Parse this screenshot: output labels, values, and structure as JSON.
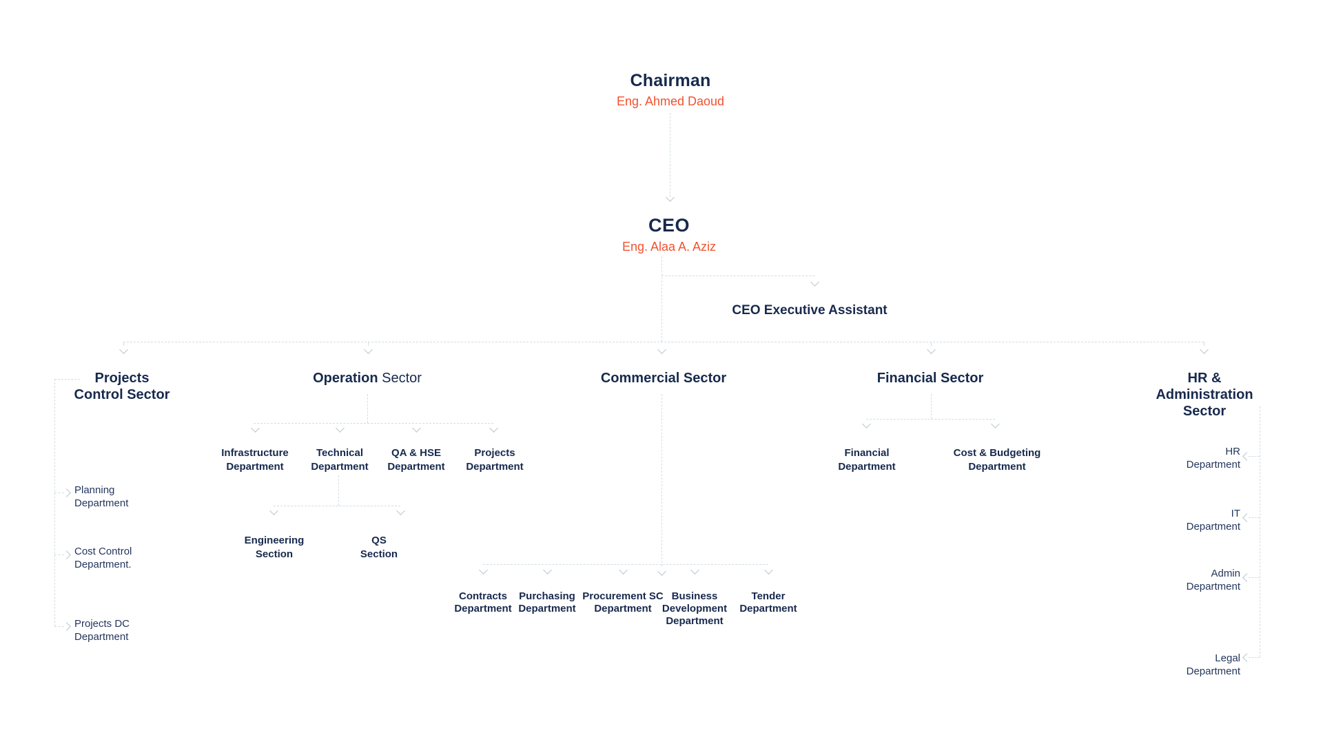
{
  "palette": {
    "navy": "#17294d",
    "orange": "#f0522f",
    "line": "#d2dce2",
    "arrow": "#b7c6d1"
  },
  "org": {
    "chairman": {
      "title": "Chairman",
      "name": "Eng. Ahmed Daoud"
    },
    "ceo": {
      "title": "CEO",
      "name": "Eng. Alaa A. Aziz"
    },
    "ceo_executive_assistant": {
      "label": "CEO Executive Assistant"
    },
    "sectors": {
      "projects_control": {
        "label": "Projects\nControl Sector",
        "departments": [
          {
            "label": "Planning\nDepartment"
          },
          {
            "label": "Cost Control\nDepartment."
          },
          {
            "label": "Projects DC\nDepartment"
          }
        ]
      },
      "operation": {
        "label_bold": "Operation",
        "label_regular": " Sector",
        "departments": [
          {
            "label": "Infrastructure\nDepartment"
          },
          {
            "label": "Technical\nDepartment"
          },
          {
            "label": "QA & HSE\nDepartment"
          },
          {
            "label": "Projects\nDepartment"
          }
        ],
        "technical_sections": [
          {
            "label": "Engineering\nSection"
          },
          {
            "label": "QS\nSection"
          }
        ]
      },
      "commercial": {
        "label": "Commercial Sector",
        "departments": [
          {
            "label": "Contracts\nDepartment"
          },
          {
            "label": "Purchasing\nDepartment"
          },
          {
            "label": "Procurement SC\nDepartment"
          },
          {
            "label": "Business\nDevelopment\nDepartment"
          },
          {
            "label": "Tender\nDepartment"
          }
        ]
      },
      "financial": {
        "label": "Financial Sector",
        "departments": [
          {
            "label": "Financial\nDepartment"
          },
          {
            "label": "Cost & Budgeting\nDepartment"
          }
        ]
      },
      "hr_admin": {
        "label": "HR & Administration\nSector",
        "departments": [
          {
            "label": "HR\nDepartment"
          },
          {
            "label": "IT\nDepartment"
          },
          {
            "label": "Admin\nDepartment"
          },
          {
            "label": "Legal\nDepartment"
          }
        ]
      }
    }
  }
}
